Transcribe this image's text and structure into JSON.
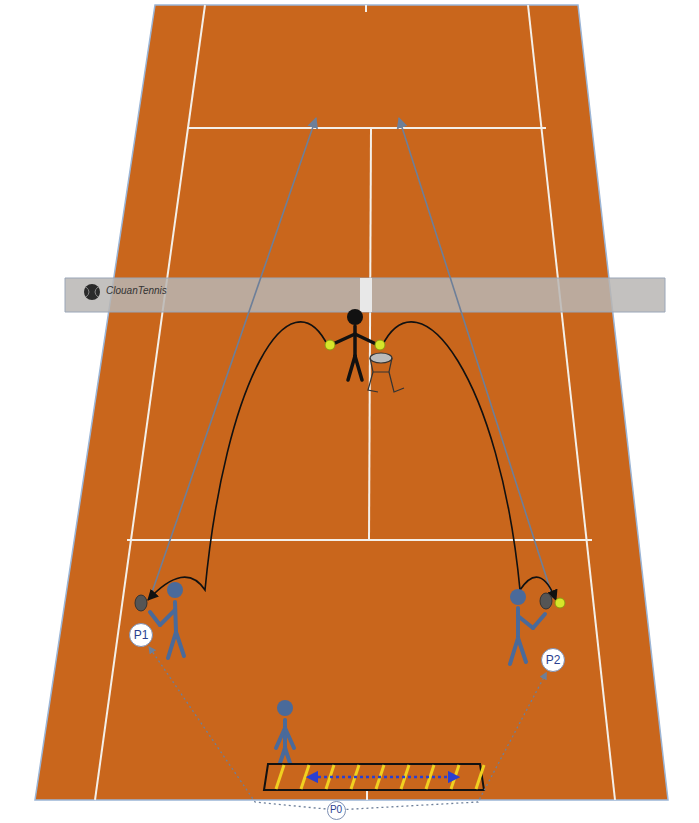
{
  "diagram": {
    "nodes": [
      {
        "text": [
          "P1"
        ]
      },
      {
        "text": [
          "P2"
        ]
      },
      {
        "text": [
          "P0"
        ]
      }
    ],
    "edges": [
      {
        "from": 2,
        "to": 0,
        "arrow": "to"
      },
      {
        "from": 2,
        "to": 1,
        "arrow": "to"
      }
    ],
    "labels": [
      "ClouanTennis"
    ]
  }
}
